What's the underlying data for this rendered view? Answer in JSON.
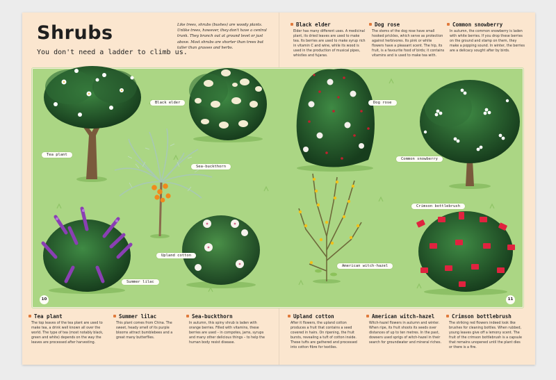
{
  "page": {
    "title": "Shrubs",
    "subtitle": "You don't need a ladder to climb us.",
    "intro": "Like trees, shrubs (bushes) are woody plants. Unlike trees, however, they don't have a central trunk. They branch out at ground level or just above. Most shrubs are shorter than trees but taller than grasses and herbs.",
    "page_left": "10",
    "page_right": "11"
  },
  "descriptions_top": [
    {
      "title": "Black elder",
      "text": "Elder has many different uses. A medicinal plant, its dried leaves are used to make tea. Its berries are used to make syrup rich in vitamin C and wine, while its wood is used in the production of musical pipes, whistles and fujaras."
    },
    {
      "title": "Dog rose",
      "text": "The stems of the dog rose have small hooked prickles, which serve as protection against herbivores. Its pink or white flowers have a pleasant scent. The hip, its fruit, is a favourite food of birds; it contains vitamins and is used to make tea with."
    },
    {
      "title": "Common snowberry",
      "text": "In autumn, the common snowberry is laden with white berries. If you drop these berries on the ground and stamp on them, they make a popping sound. In winter, the berries are a delicacy sought after by birds."
    }
  ],
  "descriptions_bottom": [
    {
      "title": "Tea plant",
      "text": "The top leaves of the tea plant are used to make tea, a drink well known all over the world. The type of tea (most notably black, green and white) depends on the way the leaves are processed after harvesting."
    },
    {
      "title": "Summer lilac",
      "text": "This plant comes from China. The sweet, heady smell of its purple blooms attract bumblebees and a great many butterflies."
    },
    {
      "title": "Sea-buckthorn",
      "text": "In autumn, this spiny shrub is laden with orange berries. Filled with vitamins, these berries are used – in compotes, jams, syrups and many other delicious things – to help the human body resist disease."
    },
    {
      "title": "Upland cotton",
      "text": "After it flowers, the upland cotton produces a fruit that contains a seed covered in hairs. On ripening, the fruit bursts, revealing a tuft of cotton inside. These tufts are gathered and processed into cotton fibre for textiles."
    },
    {
      "title": "American witch-hazel",
      "text": "Witch-hazel flowers in autumn and winter. When ripe, its fruit shoots its seeds over distances of up to ten metres. In the past, dowsers used sprigs of witch-hazel in their search for groundwater and mineral riches."
    },
    {
      "title": "Crimson bottlebrush",
      "text": "The striking red flowers indeed look like brushes for cleaning bottles. When rubbed, young leaves give off a lemony scent. The fruit of the crimson bottlebrush is a capsule that remains unopened until the plant dies or there is a fire."
    }
  ],
  "labels": {
    "tea_plant": "Tea plant",
    "black_elder": "Black elder",
    "dog_rose": "Dog rose",
    "common_snowberry": "Common snowberry",
    "sea_buckthorn": "Sea-buckthorn",
    "crimson_bottlebrush": "Crimson bottlebrush",
    "upland_cotton": "Upland cotton",
    "summer_lilac": "Summer lilac",
    "american_witch_hazel": "American witch-hazel"
  },
  "colors": {
    "page": "#fbe6cf",
    "panel": "#abd684",
    "foliage_dark": "#1f4a25",
    "foliage_mid": "#2d6b33",
    "trunk": "#7a5a3c",
    "accent_bullet": "#e07a3c",
    "lilac": "#8a3fb3",
    "bottlebrush_red": "#e0233f",
    "witch_hazel_yellow": "#f2c21a",
    "sea_buckthorn_orange": "#f08a1c",
    "dog_rose_red": "#c21f2e"
  }
}
